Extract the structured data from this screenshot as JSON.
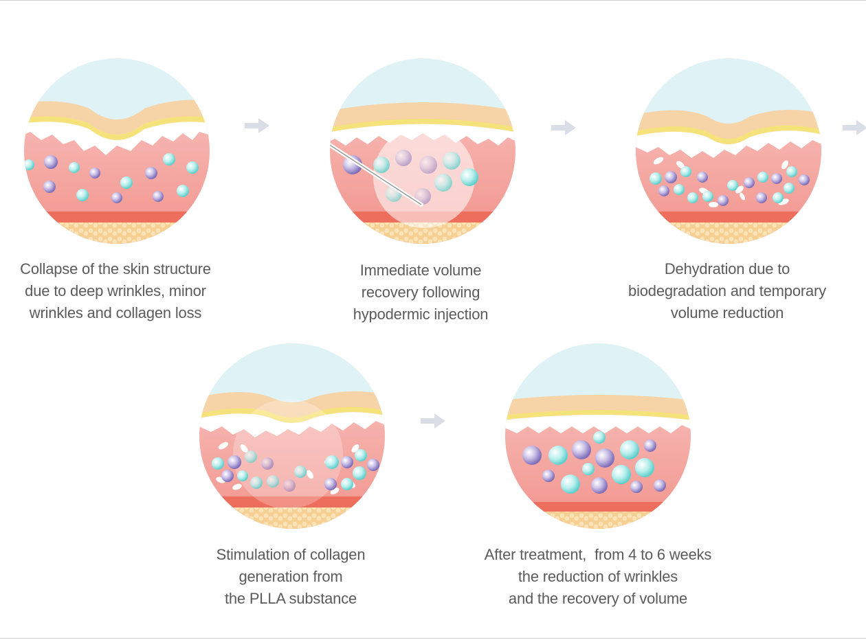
{
  "stages": [
    {
      "caption": [
        "Collapse of the skin structure",
        "due to deep wrinkles, minor",
        "wrinkles and collagen loss"
      ]
    },
    {
      "caption": [
        "Immediate volume",
        "recovery following",
        "hypodermic injection"
      ]
    },
    {
      "caption": [
        "Dehydration due to",
        "biodegradation and temporary",
        "volume reduction"
      ]
    },
    {
      "caption": [
        "Stimulation of collagen",
        "generation from",
        "the PLLA substance"
      ]
    },
    {
      "caption": [
        "After treatment,  from 4 to 6 weeks",
        "the reduction of wrinkles",
        "and the recovery of volume"
      ]
    }
  ],
  "colors": {
    "sky": "#dff2f5",
    "epidermis": "#f7d3a8",
    "yellow_band": "#f6e27a",
    "dermis": "#f5a7a3",
    "dermis_deep": "#f08a7e",
    "fat": "#f8d49a",
    "teal_particle": "#8fe0de",
    "purple_particle": "#a392cf",
    "arrow": "#d8dde6",
    "caption_text": "#5b5b5b"
  }
}
